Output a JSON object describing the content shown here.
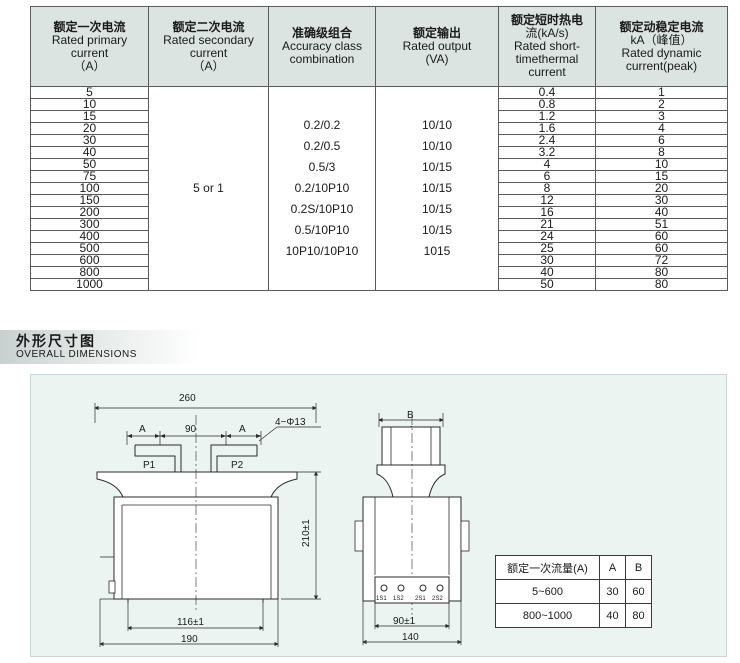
{
  "spec_table": {
    "headers": [
      {
        "cn": "额定一次电流",
        "en": [
          "Rated primary",
          "current",
          "（A）"
        ]
      },
      {
        "cn": "额定二次电流",
        "en": [
          "Rated secondary",
          "current",
          "（A）"
        ]
      },
      {
        "cn": "准确级组合",
        "en": [
          "Accuracy class",
          "combination"
        ]
      },
      {
        "cn": "额定输出",
        "en": [
          "Rated output",
          "(VA)"
        ]
      },
      {
        "cn": "额定短时热电",
        "en": [
          "流(kA/s)",
          "Rated short-",
          "timethermal",
          "current"
        ]
      },
      {
        "cn": "额定动稳定电流",
        "en": [
          "kA（峰值）",
          "Rated dynamic",
          "current(peak)"
        ]
      }
    ],
    "primary_current": [
      "5",
      "10",
      "15",
      "20",
      "30",
      "40",
      "50",
      "75",
      "100",
      "150",
      "200",
      "300",
      "400",
      "500",
      "600",
      "800",
      "1000"
    ],
    "secondary_current": "5 or 1",
    "accuracy_class": [
      "0.2/0.2",
      "0.2/0.5",
      "0.5/3",
      "0.2/10P10",
      "0.2S/10P10",
      "0.5/10P10",
      "10P10/10P10"
    ],
    "rated_output": [
      "10/10",
      "10/10",
      "10/15",
      "10/15",
      "10/15",
      "10/15",
      "1015"
    ],
    "thermal_current": [
      "0.4",
      "0.8",
      "1.2",
      "1.6",
      "2.4",
      "3.2",
      "4",
      "6",
      "8",
      "12",
      "16",
      "21",
      "24",
      "25",
      "30",
      "40",
      "50"
    ],
    "dynamic_current": [
      "1",
      "2",
      "3",
      "4",
      "6",
      "8",
      "10",
      "15",
      "20",
      "30",
      "40",
      "51",
      "60",
      "60",
      "72",
      "80",
      "80"
    ]
  },
  "dimensions_section": {
    "title_cn": "外形尺寸图",
    "title_en": "OVERALL DIMENSIONS"
  },
  "drawing_labels": {
    "dim_260": "260",
    "dim_a": "A",
    "dim_90": "90",
    "dim_4phi13": "4−Φ13",
    "p1": "P1",
    "p2": "P2",
    "dim_210": "210±1",
    "dim_116": "116±1",
    "dim_190": "190",
    "dim_b": "B",
    "dim_90_side": "90±1",
    "dim_140": "140",
    "terminals": [
      "1S1",
      "1S2",
      "2S1",
      "2S2"
    ]
  },
  "ab_table": {
    "header": [
      "额定一次流量(A)",
      "A",
      "B"
    ],
    "rows": [
      [
        "5~600",
        "30",
        "60"
      ],
      [
        "800~1000",
        "40",
        "80"
      ]
    ]
  }
}
